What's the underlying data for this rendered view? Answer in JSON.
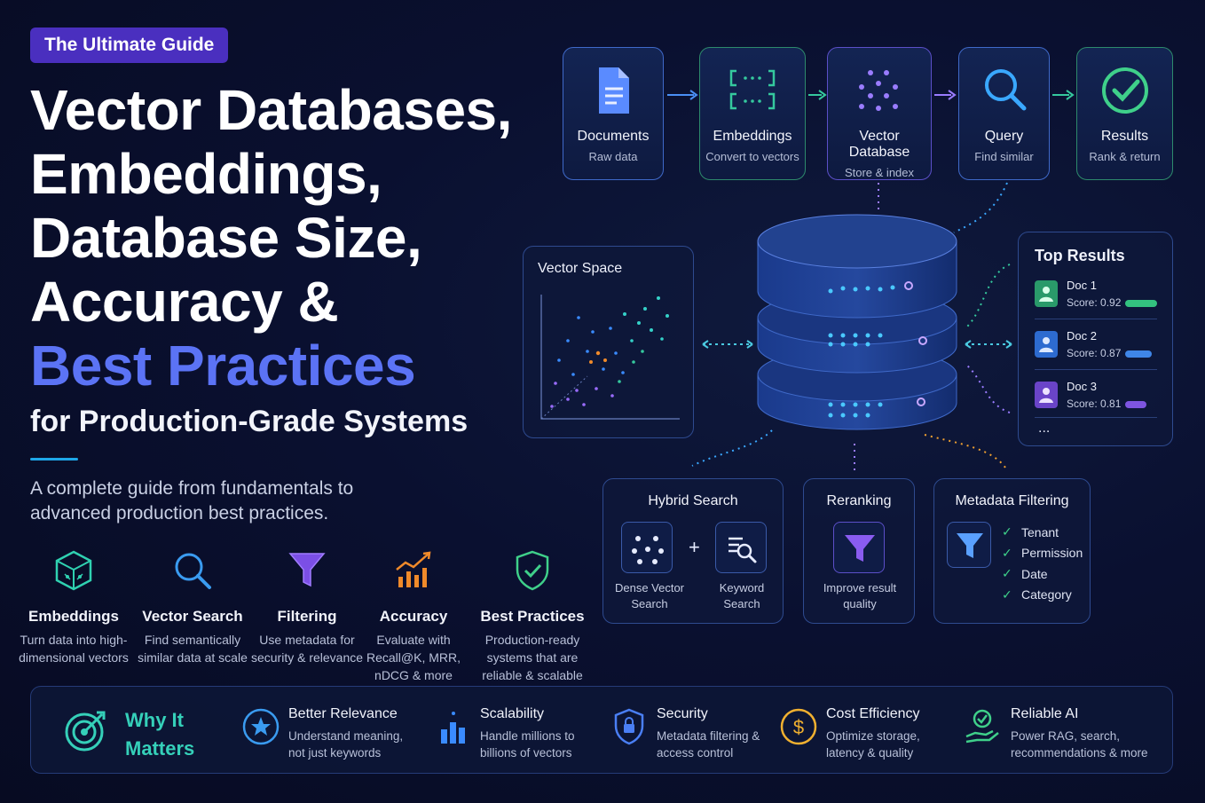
{
  "badge": "The Ultimate Guide",
  "title": {
    "line1": "Vector Databases,",
    "line2": "Embeddings,",
    "line3": "Database Size,",
    "line4": "Accuracy &",
    "line5": "Best Practices"
  },
  "subtitle": "for Production-Grade Systems",
  "description": "A complete guide from fundamentals to advanced production best practices.",
  "features": [
    {
      "name": "Embeddings",
      "desc": "Turn data into high-dimensional vectors",
      "icon": "cube-icon"
    },
    {
      "name": "Vector Search",
      "desc": "Find semantically similar data at scale",
      "icon": "search-icon"
    },
    {
      "name": "Filtering",
      "desc": "Use metadata for security & relevance",
      "icon": "funnel-icon"
    },
    {
      "name": "Accuracy",
      "desc": "Evaluate with Recall@K, MRR, nDCG & more",
      "icon": "chart-icon"
    },
    {
      "name": "Best Practices",
      "desc": "Production-ready systems that are reliable & scalable",
      "icon": "shield-check-icon"
    }
  ],
  "pipeline": [
    {
      "name": "Documents",
      "sub": "Raw data",
      "icon": "document-icon"
    },
    {
      "name": "Embeddings",
      "sub": "Convert to vectors",
      "icon": "vector-brackets-icon"
    },
    {
      "name": "Vector Database",
      "sub": "Store & index",
      "icon": "dots-icon"
    },
    {
      "name": "Query",
      "sub": "Find similar",
      "icon": "search-icon"
    },
    {
      "name": "Results",
      "sub": "Rank & return",
      "icon": "check-circle-icon"
    }
  ],
  "vector_space": {
    "title": "Vector Space"
  },
  "top_results": {
    "title": "Top Results",
    "items": [
      {
        "name": "Doc 1",
        "score": "Score: 0.92",
        "value": 0.92,
        "color": "#33c27f"
      },
      {
        "name": "Doc 2",
        "score": "Score: 0.87",
        "value": 0.87,
        "color": "#3f86e8"
      },
      {
        "name": "Doc 3",
        "score": "Score: 0.81",
        "value": 0.81,
        "color": "#7d55e0"
      }
    ],
    "more": "..."
  },
  "hybrid": {
    "title": "Hybrid Search",
    "dense": "Dense Vector Search",
    "plus": "+",
    "keyword": "Keyword Search"
  },
  "rerank": {
    "title": "Reranking",
    "desc": "Improve result quality"
  },
  "metadata": {
    "title": "Metadata Filtering",
    "items": [
      "Tenant",
      "Permission",
      "Date",
      "Category"
    ]
  },
  "why": {
    "title": "Why It Matters",
    "items": [
      {
        "name": "Better Relevance",
        "desc": "Understand meaning, not just keywords",
        "icon": "star-circle-icon"
      },
      {
        "name": "Scalability",
        "desc": "Handle millions to billions of vectors",
        "icon": "bar-chart-icon"
      },
      {
        "name": "Security",
        "desc": "Metadata filtering & access control",
        "icon": "lock-shield-icon"
      },
      {
        "name": "Cost Efficiency",
        "desc": "Optimize storage, latency & quality",
        "icon": "dollar-icon"
      },
      {
        "name": "Reliable AI",
        "desc": "Power RAG, search, recommendations & more",
        "icon": "hand-check-icon"
      }
    ]
  }
}
